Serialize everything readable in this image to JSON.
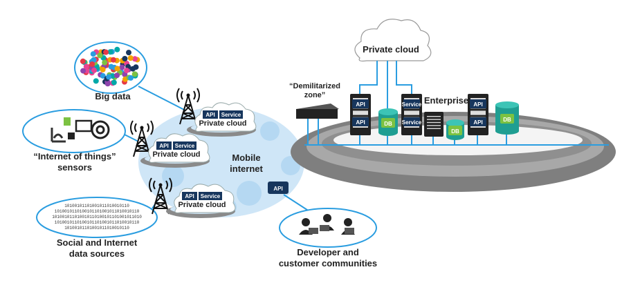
{
  "labels": {
    "big_data": "Big data",
    "iot_line1": "“Internet of things”",
    "iot_line2": "sensors",
    "social_line1": "Social and Internet",
    "social_line2": "data sources",
    "mobile_line1": "Mobile",
    "mobile_line2": "internet",
    "dev_line1": "Developer and",
    "dev_line2": "customer communities",
    "dmz_line1": "“Demilitarized",
    "dmz_line2": "zone”",
    "enterprise": "Enterprise",
    "private_cloud_main": "Private cloud"
  },
  "small_clouds": [
    {
      "api": "API",
      "service": "Service",
      "label": "Private cloud"
    },
    {
      "api": "API",
      "service": "Service",
      "label": "Private cloud"
    },
    {
      "api": "API",
      "service": "Service",
      "label": "Private cloud"
    }
  ],
  "mobile_api_badge": "API",
  "enterprise_items": {
    "rack1": [
      "API",
      "API"
    ],
    "db1": "DB",
    "rack2": [
      "Service",
      "Service"
    ],
    "db2": "DB",
    "rack3": [
      "API",
      "API"
    ],
    "db3": "DB"
  },
  "colors": {
    "connector": "#2a9de0",
    "badge": "#17365d",
    "db_top": "#2ab3a6",
    "db_label": "#7cc242",
    "mobile_cloud": "#cfe6f7",
    "ring": "#8a8a8a"
  }
}
